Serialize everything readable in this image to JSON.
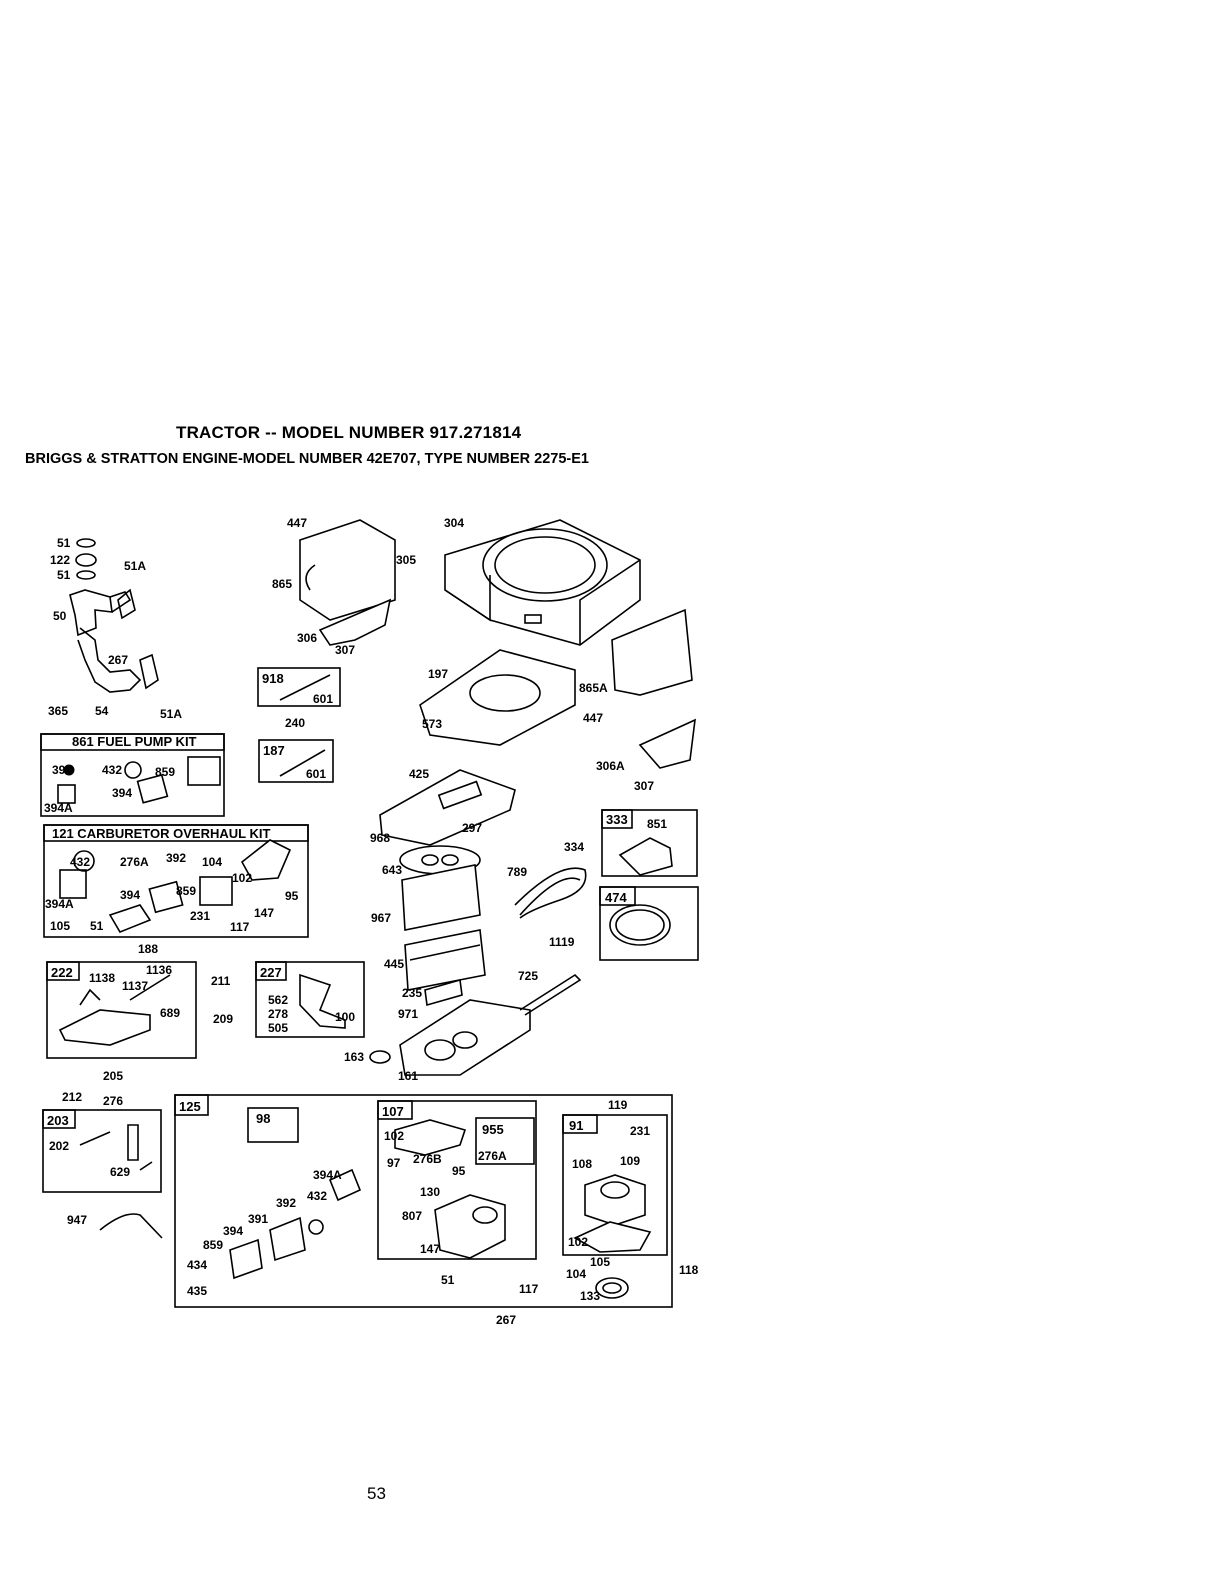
{
  "header": {
    "title": "TRACTOR -- MODEL NUMBER 917.271814",
    "subtitle": "BRIGGS & STRATTON ENGINE-MODEL NUMBER 42E707, TYPE NUMBER 2275-E1"
  },
  "page_number": "53",
  "kits": {
    "fuel_pump": "861 FUEL PUMP KIT",
    "carburetor": "121 CARBURETOR OVERHAUL KIT"
  },
  "boxes": {
    "b918": "918",
    "b187": "187",
    "b333": "333",
    "b474": "474",
    "b222": "222",
    "b227": "227",
    "b203": "203",
    "b125": "125",
    "b98": "98",
    "b107": "107",
    "b955": "955",
    "b91": "91"
  },
  "labels": {
    "l51a": "51",
    "l122": "122",
    "l51b": "51",
    "l51A1": "51A",
    "l50": "50",
    "l267a": "267",
    "l365": "365",
    "l54": "54",
    "l51A2": "51A",
    "l447a": "447",
    "l865": "865",
    "l306": "306",
    "l307a": "307",
    "l601a": "601",
    "l240": "240",
    "l601b": "601",
    "l304": "304",
    "l305": "305",
    "l197": "197",
    "l573": "573",
    "l865A": "865A",
    "l447b": "447",
    "l306A": "306A",
    "l307b": "307",
    "l392a": "392",
    "l432a": "432",
    "l859a": "859",
    "l394Aa": "394A",
    "l394a": "394",
    "l432b": "432",
    "l276A": "276A",
    "l392b": "392",
    "l104a": "104",
    "l102a": "102",
    "l394Ab": "394A",
    "l394b": "394",
    "l859b": "859",
    "l95a": "95",
    "l147a": "147",
    "l231a": "231",
    "l117a": "117",
    "l105a": "105",
    "l51c": "51",
    "l188": "188",
    "l425": "425",
    "l968": "968",
    "l297": "297",
    "l643": "643",
    "l789": "789",
    "l967": "967",
    "l445": "445",
    "l1119": "1119",
    "l725": "725",
    "l235": "235",
    "l971": "971",
    "l163": "163",
    "l161": "161",
    "l334": "334",
    "l851": "851",
    "l1138": "1138",
    "l1137": "1137",
    "l1136": "1136",
    "l689": "689",
    "l211": "211",
    "l209": "209",
    "l562": "562",
    "l278": "278",
    "l505": "505",
    "l100": "100",
    "l205": "205",
    "l212": "212",
    "l276b": "276",
    "l202": "202",
    "l629": "629",
    "l947": "947",
    "l394Ac": "394A",
    "l432c": "432",
    "l392c": "392",
    "l391": "391",
    "l394c": "394",
    "l859c": "859",
    "l434": "434",
    "l435": "435",
    "l102b": "102",
    "l97": "97",
    "l276B": "276B",
    "l276Ab": "276A",
    "l95b": "95",
    "l130": "130",
    "l807": "807",
    "l147b": "147",
    "l51d": "51",
    "l117b": "117",
    "l267b": "267",
    "l119": "119",
    "l231b": "231",
    "l108": "108",
    "l109": "109",
    "l102c": "102",
    "l105b": "105",
    "l104b": "104",
    "l133": "133",
    "l118": "118"
  }
}
